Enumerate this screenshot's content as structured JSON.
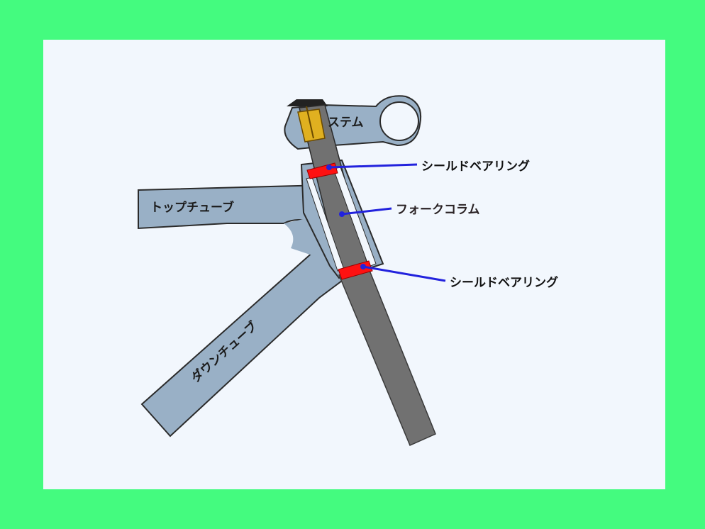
{
  "colors": {
    "outer_background": "#44fb7f",
    "panel_background": "#f2f7fd",
    "frame_tube": "#99b0c6",
    "fork": "#717171",
    "bearing": "#ff1111",
    "leader": "#2222dd",
    "brass": "#e0b020"
  },
  "labels": {
    "stem": "ステム",
    "top_tube": "トップチューブ",
    "down_tube": "ダウンチューブ",
    "upper_bearing": "シールドベアリング",
    "fork_column": "フォークコラム",
    "lower_bearing": "シールドベアリング"
  }
}
